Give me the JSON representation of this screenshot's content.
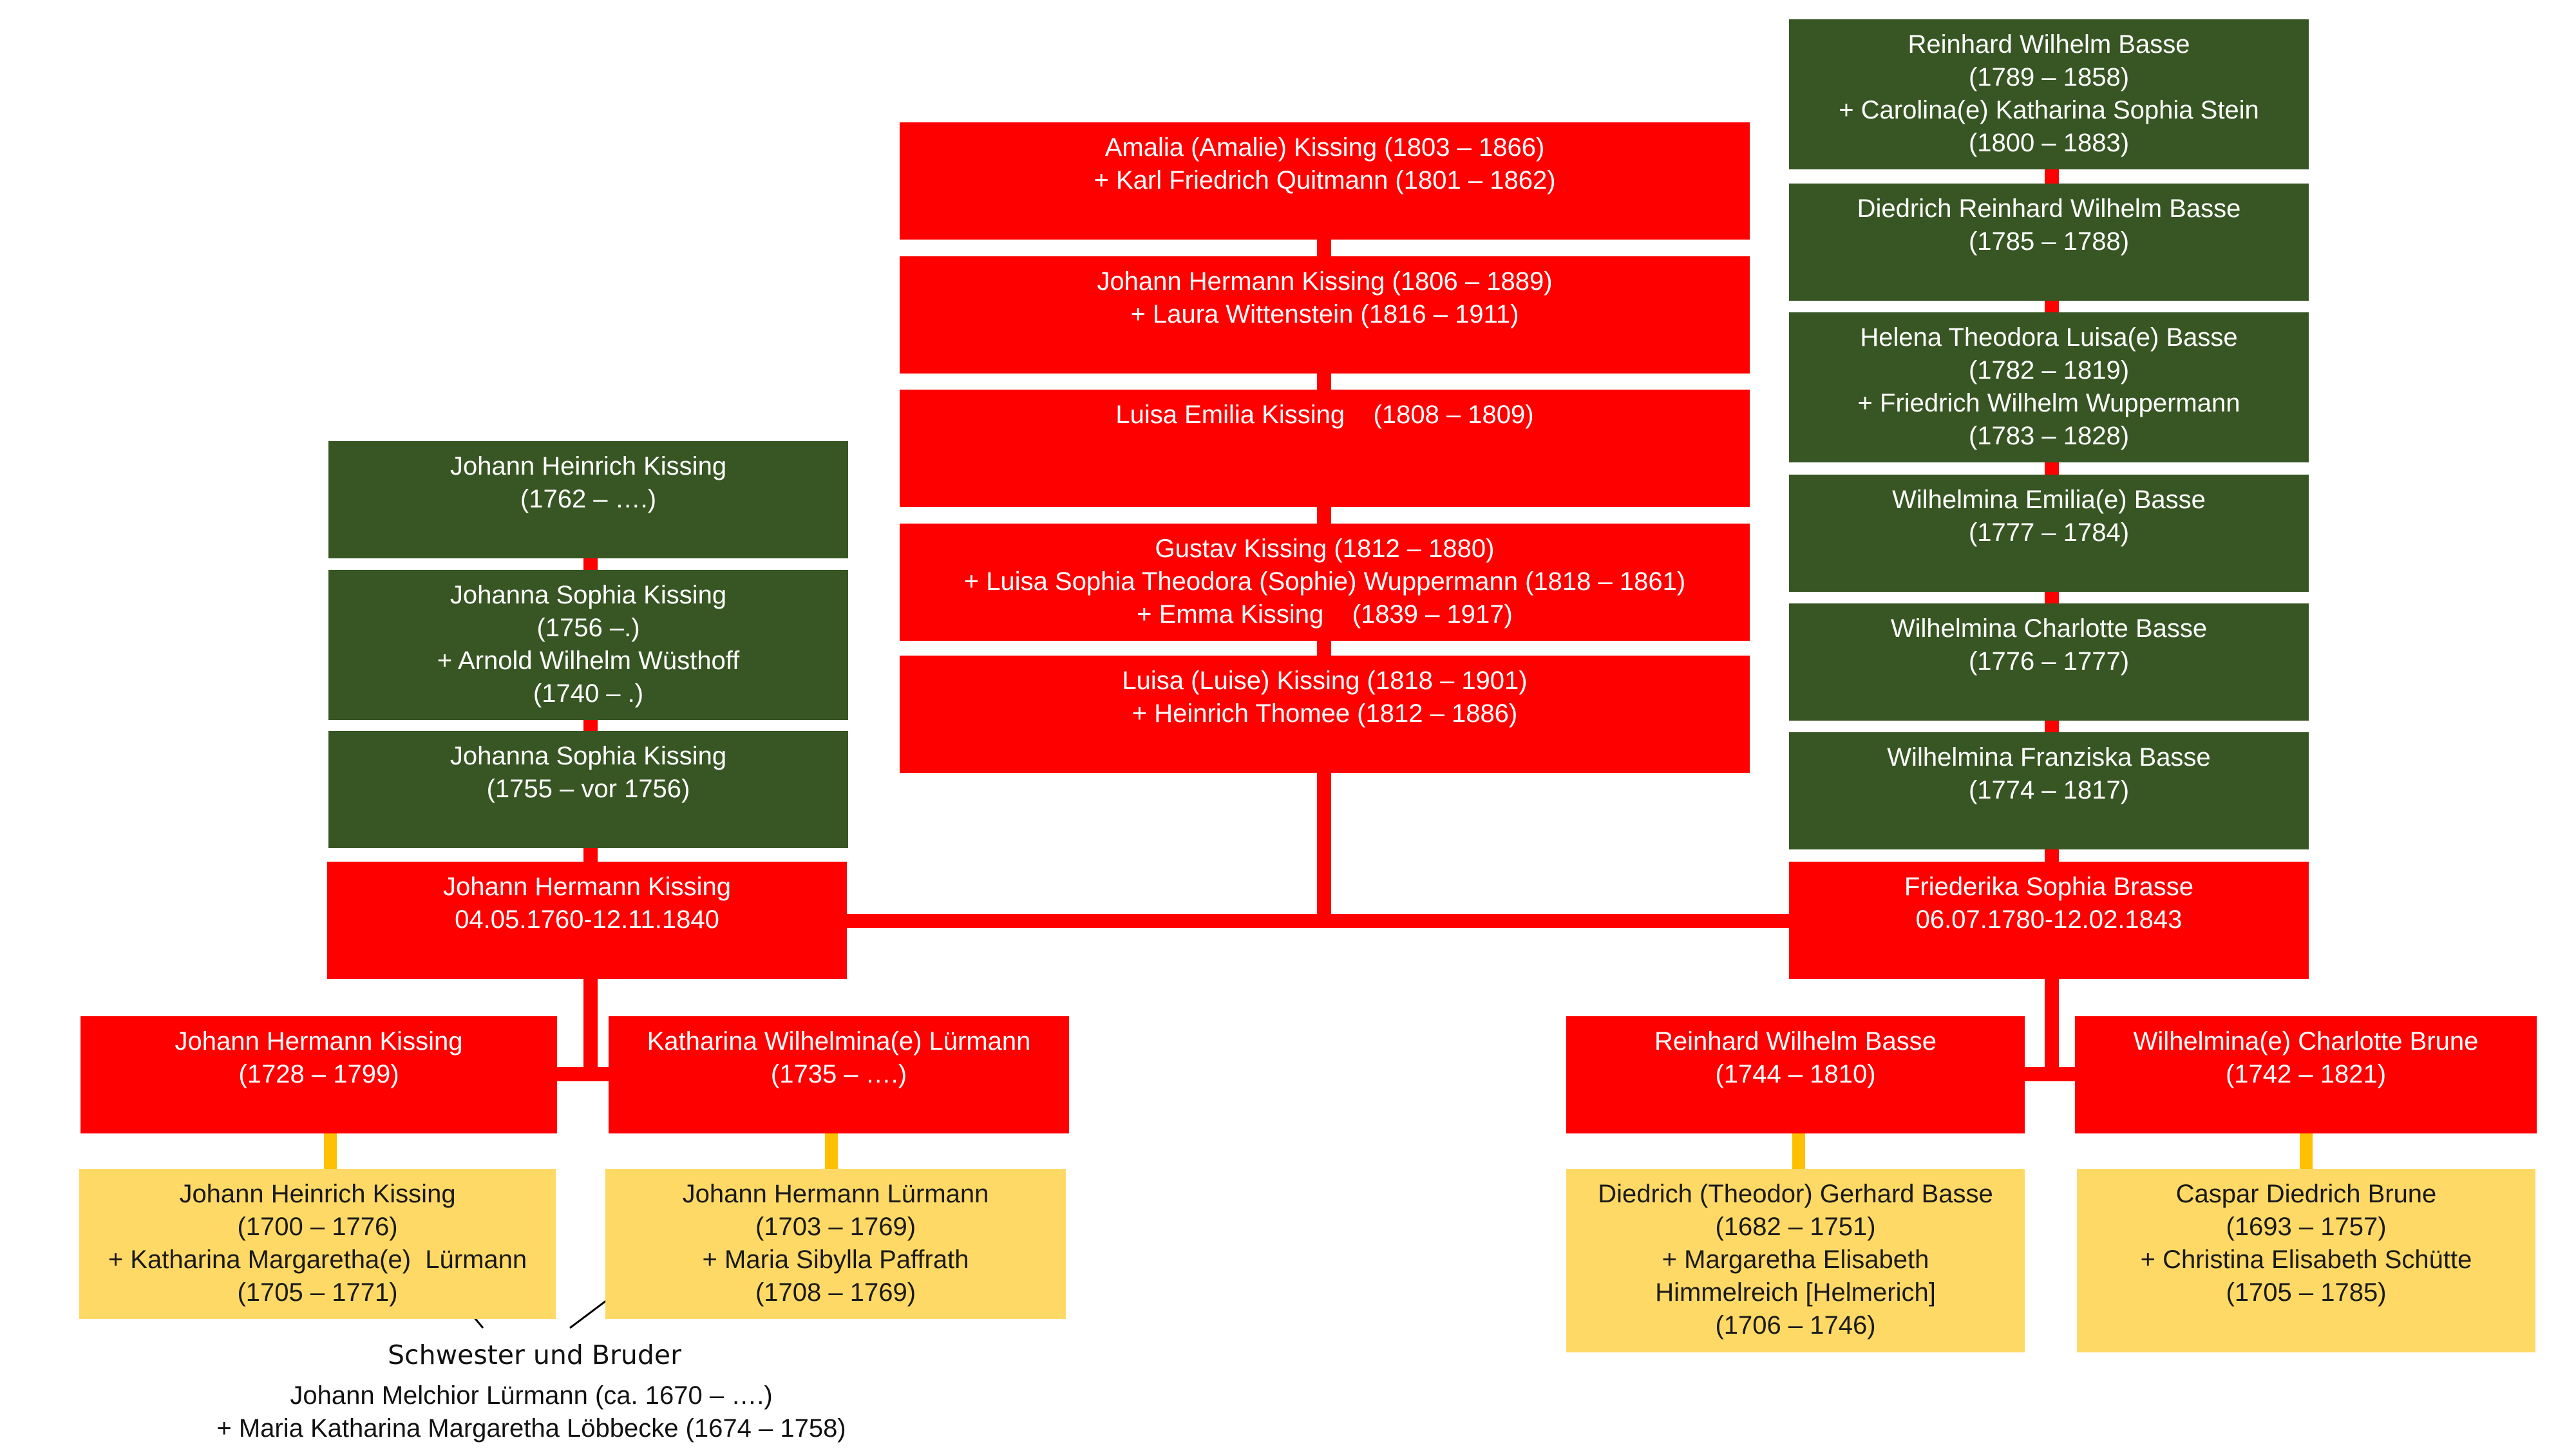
{
  "colors": {
    "main": "#ff0000",
    "siblings": "#375623",
    "ancestors": "#ffd966",
    "ancestor_links": "#ffc000"
  },
  "center_children": [
    {
      "lines": [
        "Amalia (Amalie) Kissing (1803 – 1866)",
        "+ Karl Friedrich Quitmann (1801 – 1862)"
      ]
    },
    {
      "lines": [
        "Johann Hermann Kissing (1806 – 1889)",
        "+ Laura Wittenstein (1816 – 1911)"
      ]
    },
    {
      "lines": [
        "Luisa Emilia Kissing    (1808 – 1809)"
      ]
    },
    {
      "lines": [
        "Gustav Kissing (1812 – 1880)",
        "+ Luisa Sophia Theodora (Sophie) Wuppermann (1818 – 1861)",
        "+ Emma Kissing    (1839 – 1917)"
      ]
    },
    {
      "lines": [
        "Luisa (Luise) Kissing (1818 – 1901)",
        "+ Heinrich Thomee (1812 – 1886)"
      ]
    }
  ],
  "left_siblings": [
    {
      "lines": [
        "Johann Heinrich Kissing",
        "(1762 – ….)"
      ]
    },
    {
      "lines": [
        "Johanna Sophia Kissing",
        "(1756 –.)",
        "+ Arnold Wilhelm Wüsthoff",
        "(1740 – .)"
      ]
    },
    {
      "lines": [
        "Johanna Sophia Kissing",
        "(1755 – vor 1756)"
      ]
    }
  ],
  "right_siblings": [
    {
      "lines": [
        "Reinhard Wilhelm Basse",
        "(1789 – 1858)",
        "+ Carolina(e) Katharina Sophia Stein",
        "(1800 – 1883)"
      ]
    },
    {
      "lines": [
        "Diedrich Reinhard Wilhelm Basse",
        "(1785 – 1788)"
      ]
    },
    {
      "lines": [
        "Helena Theodora Luisa(e) Basse",
        "(1782 – 1819)",
        "+ Friedrich Wilhelm Wuppermann",
        "(1783 – 1828)"
      ]
    },
    {
      "lines": [
        "Wilhelmina Emilia(e) Basse",
        "(1777 – 1784)"
      ]
    },
    {
      "lines": [
        "Wilhelmina Charlotte Basse",
        "(1776 – 1777)"
      ]
    },
    {
      "lines": [
        "Wilhelmina Franziska Basse",
        "(1774 – 1817)"
      ]
    }
  ],
  "couple": {
    "husband": {
      "lines": [
        "Johann Hermann Kissing",
        "04.05.1760-12.11.1840"
      ]
    },
    "wife": {
      "lines": [
        "Friederika Sophia Brasse",
        "06.07.1780-12.02.1843"
      ]
    }
  },
  "parents": [
    {
      "lines": [
        "Johann Hermann Kissing",
        "(1728 – 1799)"
      ]
    },
    {
      "lines": [
        "Katharina Wilhelmina(e) Lürmann",
        "(1735 – ….)"
      ]
    },
    {
      "lines": [
        "Reinhard Wilhelm Basse",
        "(1744 – 1810)"
      ]
    },
    {
      "lines": [
        "Wilhelmina(e) Charlotte Brune",
        "(1742 – 1821)"
      ]
    }
  ],
  "grandparents": [
    {
      "lines": [
        "Johann Heinrich Kissing",
        "(1700 – 1776)",
        "+ Katharina Margaretha(e)  Lürmann",
        "(1705 – 1771)"
      ]
    },
    {
      "lines": [
        "Johann Hermann Lürmann",
        "(1703 – 1769)",
        "+ Maria Sibylla Paffrath",
        "(1708 – 1769)"
      ]
    },
    {
      "lines": [
        "Diedrich (Theodor) Gerhard Basse",
        "(1682 – 1751)",
        "+ Margaretha Elisabeth",
        "Himmelreich [Helmerich]",
        "(1706 – 1746)"
      ]
    },
    {
      "lines": [
        "Caspar Diedrich Brune",
        "(1693 – 1757)",
        "+ Christina Elisabeth Schütte",
        "(1705 – 1785)"
      ]
    }
  ],
  "annotations": {
    "siblings_note": "Schwester und Bruder",
    "common_ancestor": [
      "Johann Melchior Lürmann (ca. 1670 – ….)",
      "+ Maria Katharina Margaretha Löbbecke (1674 – 1758)"
    ]
  }
}
